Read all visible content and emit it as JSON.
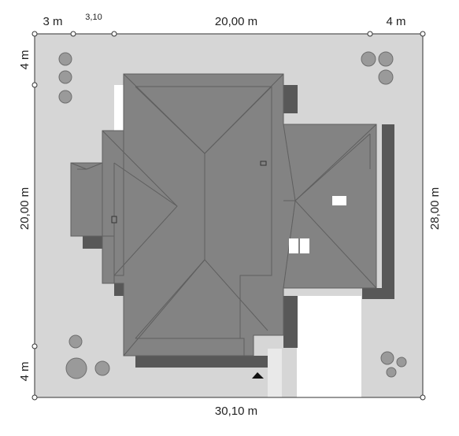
{
  "dimensions": {
    "top_left": "3 m",
    "top_small": "3,10",
    "top_middle": "20,00 m",
    "top_right": "4 m",
    "left_top": "4 m",
    "left_middle": "20,00 m",
    "left_bottom": "4 m",
    "right": "28,00 m",
    "bottom": "30,10 m"
  },
  "colors": {
    "plot": "#d6d6d6",
    "roof": "#838383",
    "roof_line": "#5f5f5f",
    "shadow": "#585858",
    "path": "#e6e6e6",
    "tree": "#9a9a9a"
  },
  "icons": {
    "entrance": "entrance-arrow-icon",
    "tree": "tree-icon"
  }
}
